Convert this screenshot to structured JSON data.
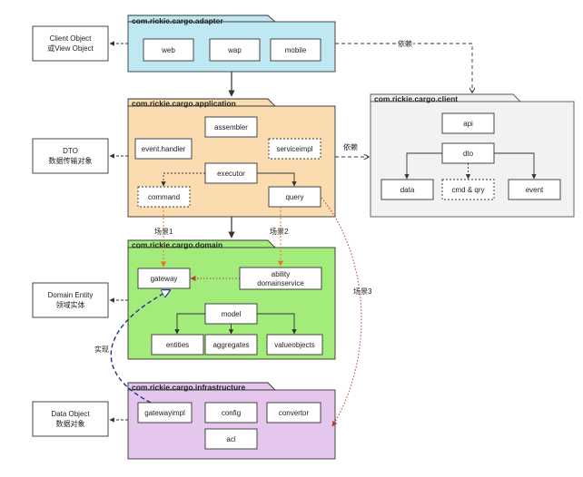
{
  "packages": {
    "adapter": {
      "title": "com.rickie.cargo.adapter",
      "color": "#bfe9f2",
      "items": {
        "web": "web",
        "wap": "wap",
        "mobile": "mobile"
      }
    },
    "application": {
      "title": "com.rickie.cargo.application",
      "color": "#fbdcb0",
      "items": {
        "assembler": "assembler",
        "event_handler": "event.handler",
        "serviceimpl": "serviceimpl",
        "executor": "executor",
        "command": "command",
        "query": "query"
      }
    },
    "domain": {
      "title": "com.rickie.cargo.domain",
      "color": "#a3ec7c",
      "items": {
        "gateway": "gateway",
        "ability_line1": "ability",
        "ability_line2": "domainservice",
        "model": "model",
        "entities": "entities",
        "aggregates": "aggregates",
        "valueobjects": "valueobjects"
      }
    },
    "infrastructure": {
      "title": "com.rickie.cargo.infrastructure",
      "color": "#e5c6ec",
      "items": {
        "gatewayimpl": "gatewayimpl",
        "config": "config",
        "convertor": "convertor",
        "acl": "acl"
      }
    },
    "client": {
      "title": "com.rickie.cargo.client",
      "color": "#f2f2f2",
      "items": {
        "api": "api",
        "dto": "dto",
        "data": "data",
        "cmd_qry": "cmd & qry",
        "event": "event"
      }
    }
  },
  "side_objects": {
    "client_object": {
      "line1": "Client Object",
      "line2": "或View Object"
    },
    "dto": {
      "line1": "DTO",
      "line2": "数据传输对象"
    },
    "domain_entity": {
      "line1": "Domain Entity",
      "line2": "领域实体"
    },
    "data_object": {
      "line1": "Data Object",
      "line2": "数据对象"
    }
  },
  "edge_labels": {
    "depends_top": "依赖",
    "depends_mid": "依赖",
    "scene1": "场景1",
    "scene2": "场景2",
    "scene3": "场景3",
    "implements": "实现"
  },
  "colors": {
    "line": "#333333",
    "orange_arrow": "#e8731f",
    "brown_dotted": "#9b4a3c",
    "blue_dashed": "#22328f",
    "client_border": "#555555"
  }
}
